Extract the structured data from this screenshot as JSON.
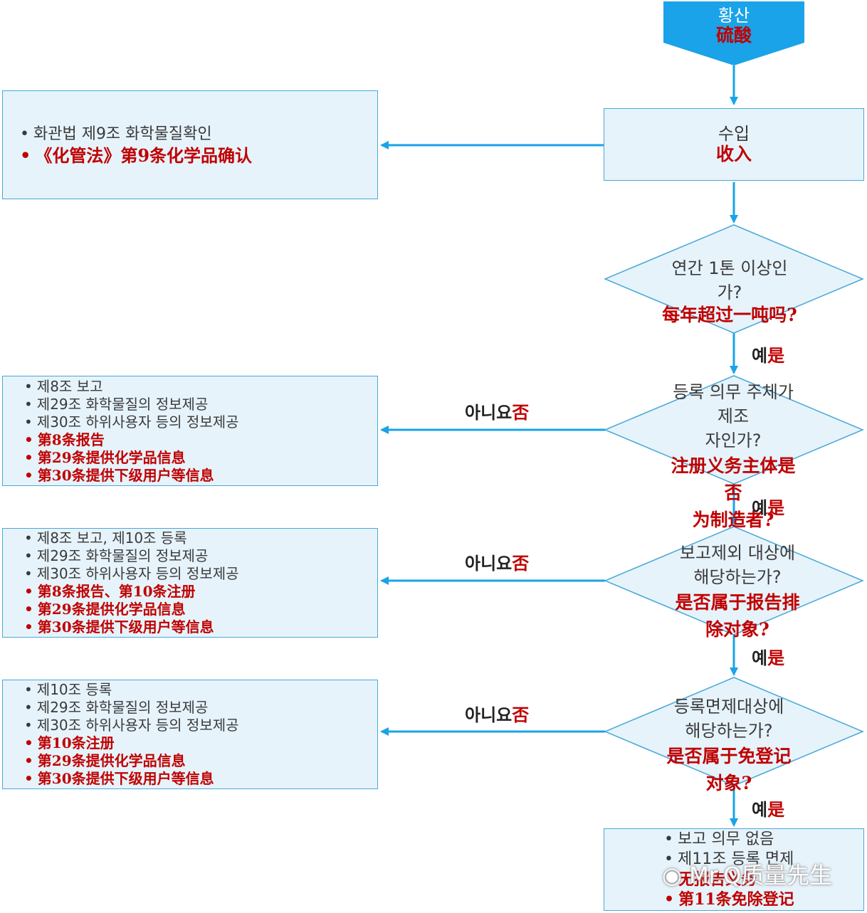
{
  "colors": {
    "accent": "#1aa3e8",
    "box_fill": "#e6f3fb",
    "box_border": "#4aa8d8",
    "chinese_text": "#c00000"
  },
  "start": {
    "ko": "황산",
    "zh": "硫酸"
  },
  "import": {
    "ko": "수입",
    "zh": "收入"
  },
  "confirm_box": {
    "items": [
      {
        "text": "화관법 제9조 화학물질확인",
        "lang": "ko"
      },
      {
        "text": "《化管法》第9条化学品确认",
        "lang": "zh"
      }
    ]
  },
  "decisions": [
    {
      "ko": [
        "연간 1톤 이상인가?"
      ],
      "zh": [
        "每年超过一吨吗?"
      ]
    },
    {
      "ko": [
        "등록 의무 주체가제조",
        "자인가?"
      ],
      "zh": [
        "注册义务主体是否",
        "为制造者?"
      ]
    },
    {
      "ko": [
        "보고제외 대상에",
        "해당하는가?"
      ],
      "zh": [
        "是否属于报告排除对象?"
      ]
    },
    {
      "ko": [
        "등록면제대상에",
        "해당하는가?"
      ],
      "zh": [
        "是否属于免登记对象?"
      ]
    }
  ],
  "edge_labels": {
    "yes_ko": "예",
    "yes_zh": "是",
    "no_ko": "아니요",
    "no_zh": "否"
  },
  "no_boxes": [
    {
      "items": [
        {
          "text": "제8조 보고",
          "lang": "ko"
        },
        {
          "text": "제29조 화학물질의 정보제공",
          "lang": "ko"
        },
        {
          "text": "제30조 하위사용자 등의 정보제공",
          "lang": "ko"
        },
        {
          "text": "第8条报告",
          "lang": "zh"
        },
        {
          "text": "第29条提供化学品信息",
          "lang": "zh"
        },
        {
          "text": "第30条提供下级用户等信息",
          "lang": "zh"
        }
      ]
    },
    {
      "items": [
        {
          "text": "제8조 보고, 제10조 등록",
          "lang": "ko"
        },
        {
          "text": "제29조 화학물질의 정보제공",
          "lang": "ko"
        },
        {
          "text": "제30조 하위사용자 등의 정보제공",
          "lang": "ko"
        },
        {
          "text": "第8条报告、第10条注册",
          "lang": "zh"
        },
        {
          "text": "第29条提供化学品信息",
          "lang": "zh"
        },
        {
          "text": "第30条提供下级用户等信息",
          "lang": "zh"
        }
      ]
    },
    {
      "items": [
        {
          "text": "제10조 등록",
          "lang": "ko"
        },
        {
          "text": "제29조 화학물질의 정보제공",
          "lang": "ko"
        },
        {
          "text": "제30조 하위사용자 등의 정보제공",
          "lang": "ko"
        },
        {
          "text": "第10条注册",
          "lang": "zh"
        },
        {
          "text": "第29条提供化学品信息",
          "lang": "zh"
        },
        {
          "text": "第30条提供下级用户等信息",
          "lang": "zh"
        }
      ]
    }
  ],
  "final_box": {
    "items": [
      {
        "text": "보고 의무 없음",
        "lang": "ko"
      },
      {
        "text": "제11조 등록 면제",
        "lang": "ko"
      },
      {
        "text": "无报告义务",
        "lang": "zh"
      },
      {
        "text": "第11条免除登记",
        "lang": "zh"
      }
    ]
  },
  "watermark": "Mr.Q质量先生"
}
